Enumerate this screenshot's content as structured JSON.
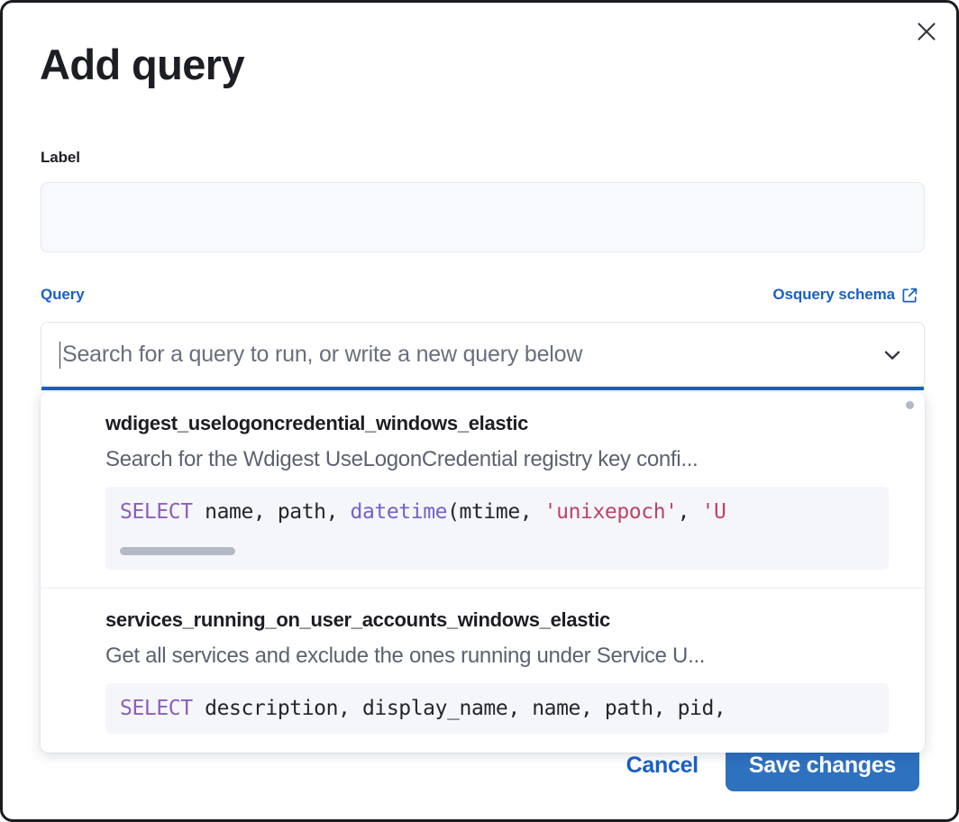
{
  "modal": {
    "title": "Add query",
    "close_icon": "close-icon"
  },
  "label_field": {
    "label": "Label",
    "value": "",
    "placeholder": ""
  },
  "query_field": {
    "label": "Query",
    "schema_link_text": "Osquery schema",
    "schema_link_icon": "external-link-icon",
    "combobox_placeholder": "Search for a query to run, or write a new query below",
    "combobox_value": "",
    "chevron_icon": "chevron-down-icon"
  },
  "dropdown": {
    "items": [
      {
        "title": "wdigest_uselogoncredential_windows_elastic",
        "description": "Search for the Wdigest UseLogonCredential registry key confi...",
        "code_tokens": [
          {
            "t": "SELECT",
            "c": "kw"
          },
          {
            "t": " name, path, ",
            "c": "plain"
          },
          {
            "t": "datetime",
            "c": "fn"
          },
          {
            "t": "(mtime, ",
            "c": "plain"
          },
          {
            "t": "'unixepoch'",
            "c": "str"
          },
          {
            "t": ", ",
            "c": "plain"
          },
          {
            "t": "'U",
            "c": "str"
          }
        ],
        "has_hscroll": true
      },
      {
        "title": "services_running_on_user_accounts_windows_elastic",
        "description": "Get all services and exclude the ones running under Service U...",
        "code_tokens": [
          {
            "t": "SELECT",
            "c": "kw"
          },
          {
            "t": " description, display_name, name, path, pid,",
            "c": "plain"
          }
        ],
        "has_hscroll": false
      }
    ]
  },
  "footer": {
    "cancel_label": "Cancel",
    "save_label": "Save changes"
  },
  "colors": {
    "accent_blue": "#1a60c4",
    "primary_button": "#2e71bf",
    "text_dark": "#1d1e24",
    "text_muted": "#5d6270",
    "code_bg": "#f5f6fa",
    "keyword": "#8c5fbb",
    "function": "#7760c9",
    "string": "#bc4467"
  }
}
